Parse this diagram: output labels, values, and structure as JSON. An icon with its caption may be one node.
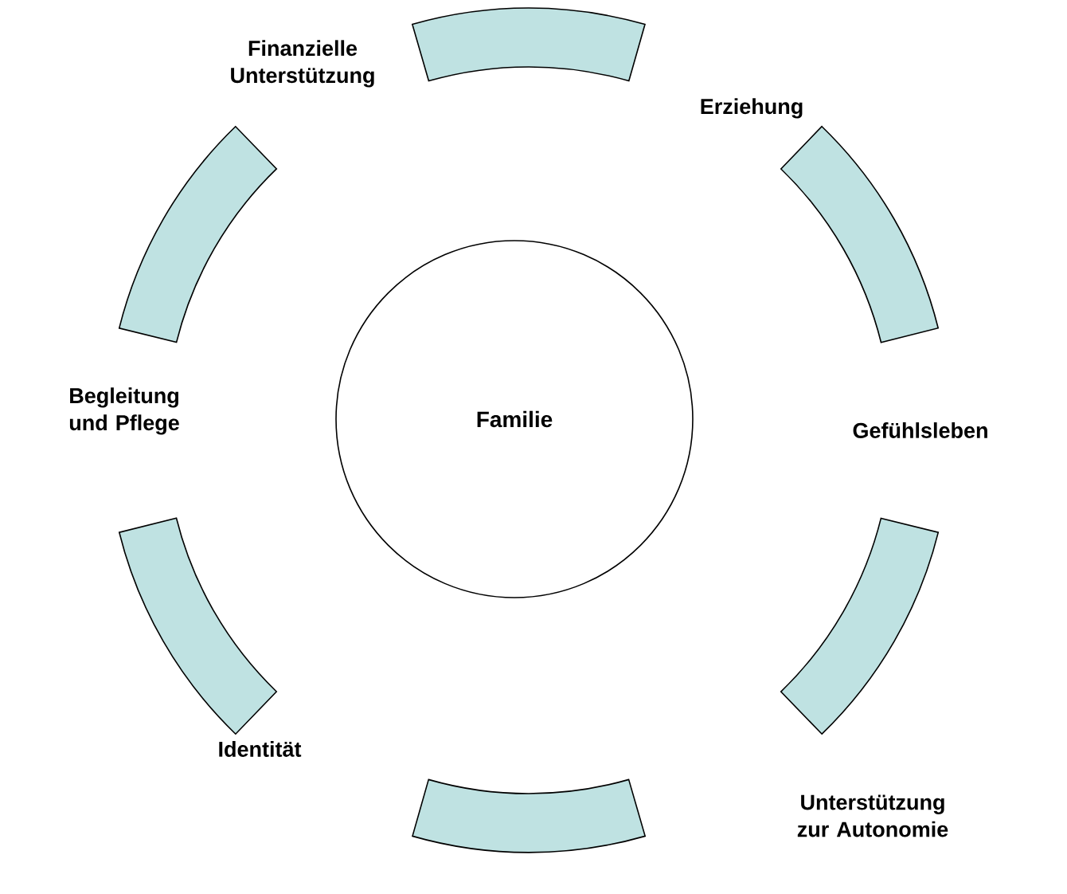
{
  "diagram": {
    "nodes": [
      {
        "text": [
          "Familie"
        ]
      },
      {
        "text": [],
        "shape": "arc"
      },
      {
        "text": [],
        "shape": "arc"
      },
      {
        "text": [],
        "shape": "arc"
      },
      {
        "text": [],
        "shape": "arc"
      },
      {
        "text": [],
        "shape": "arc"
      },
      {
        "text": [],
        "shape": "arc"
      }
    ],
    "labels": [
      "Finanzielle Unterstützung",
      "Erziehung",
      "Begleitung und Pflege",
      "Gefühlsleben",
      "Identität",
      "Unterstützung zur Autonomie"
    ]
  }
}
